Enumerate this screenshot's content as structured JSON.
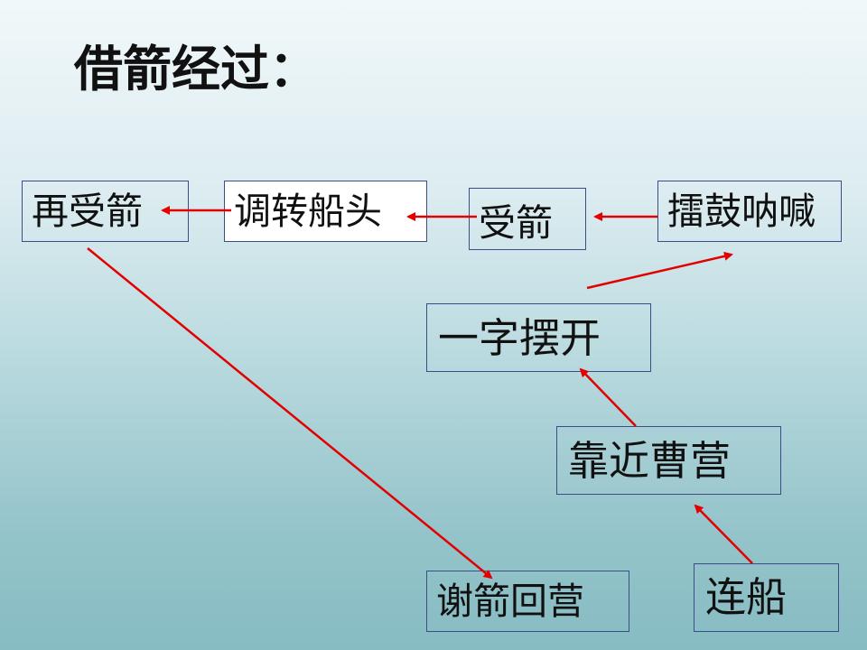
{
  "title": "借箭经过：",
  "nodes": {
    "re_receive": "再受箭",
    "turn_boat": "调转船头",
    "receive": "受箭",
    "drum_shout": "擂鼓呐喊",
    "line_up": "一字摆开",
    "approach": "靠近曹营",
    "connect": "连船",
    "thank": "谢箭回营"
  },
  "edges": [
    {
      "from": "drum_shout",
      "to": "receive"
    },
    {
      "from": "receive",
      "to": "turn_boat"
    },
    {
      "from": "turn_boat",
      "to": "re_receive"
    },
    {
      "from": "re_receive",
      "to": "thank"
    },
    {
      "from": "connect",
      "to": "approach"
    },
    {
      "from": "approach",
      "to": "line_up"
    },
    {
      "from": "line_up",
      "to": "drum_shout"
    }
  ],
  "colors": {
    "arrow": "#e30000",
    "box_border": "#3b4c86"
  }
}
